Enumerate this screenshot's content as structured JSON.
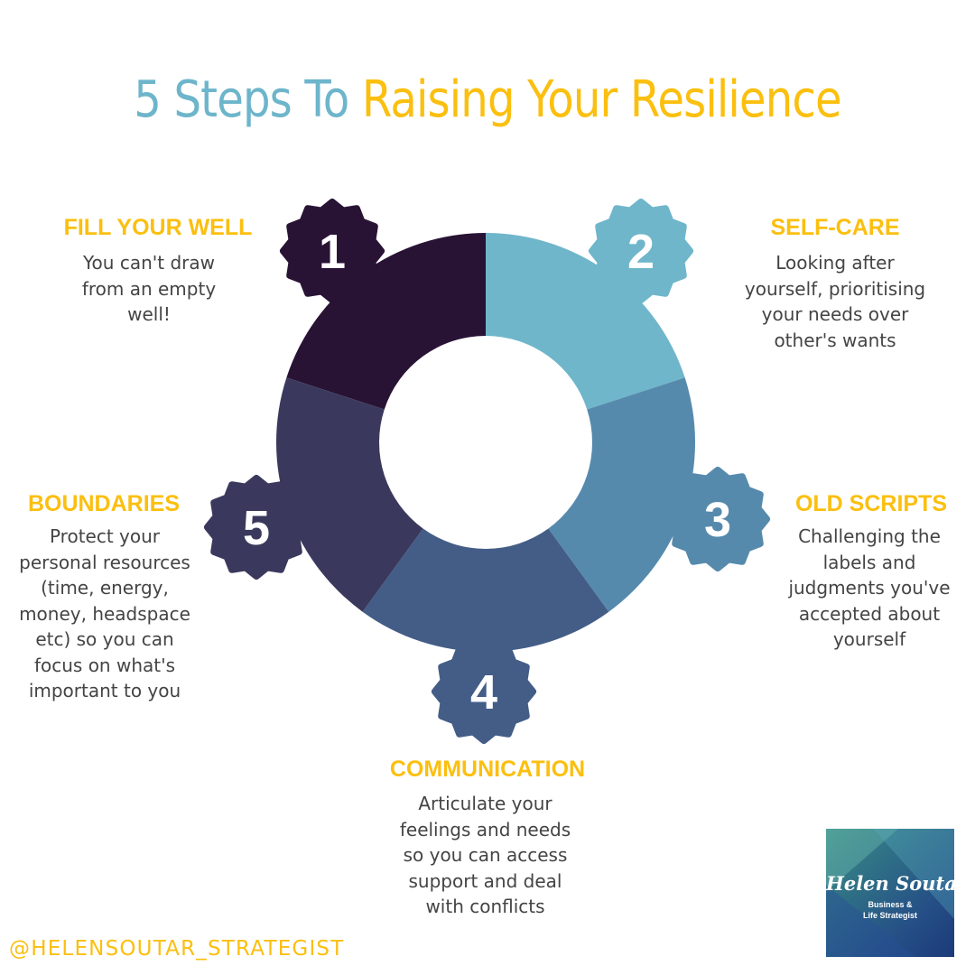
{
  "title": {
    "part1": "5 Steps To",
    "part2": "Raising Your Resilience"
  },
  "colors": {
    "title_blue": "#6db5cb",
    "accent_yellow": "#fbbf0f",
    "text_gray": "#444444",
    "segment_1": "#281335",
    "segment_2": "#6fb6cb",
    "segment_3": "#568aad",
    "segment_4": "#435d87",
    "segment_5": "#3a395d"
  },
  "steps": [
    {
      "number": "1",
      "title": "FILL YOUR WELL",
      "description": [
        "You can't draw",
        "from an empty",
        "well!"
      ]
    },
    {
      "number": "2",
      "title": "SELF-CARE",
      "description": [
        "Looking after",
        "yourself, prioritising",
        "your needs over",
        "other's wants"
      ]
    },
    {
      "number": "3",
      "title": "OLD SCRIPTS",
      "description": [
        "Challenging the",
        "labels and",
        "judgments you've",
        "accepted about",
        "yourself"
      ]
    },
    {
      "number": "4",
      "title": "COMMUNICATION",
      "description": [
        "Articulate your",
        "feelings and needs",
        "so you can access",
        "support and deal",
        "with conflicts"
      ]
    },
    {
      "number": "5",
      "title": "BOUNDARIES",
      "description": [
        "Protect your",
        "personal resources",
        "(time, energy,",
        "money, headspace",
        "etc) so you can",
        "focus on what's",
        "important to you"
      ]
    }
  ],
  "handle": "@HELENSOUTAR_STRATEGIST",
  "logo": {
    "name": "Helen Soutar",
    "subtitle": [
      "Business &",
      "Life Strategist"
    ]
  }
}
